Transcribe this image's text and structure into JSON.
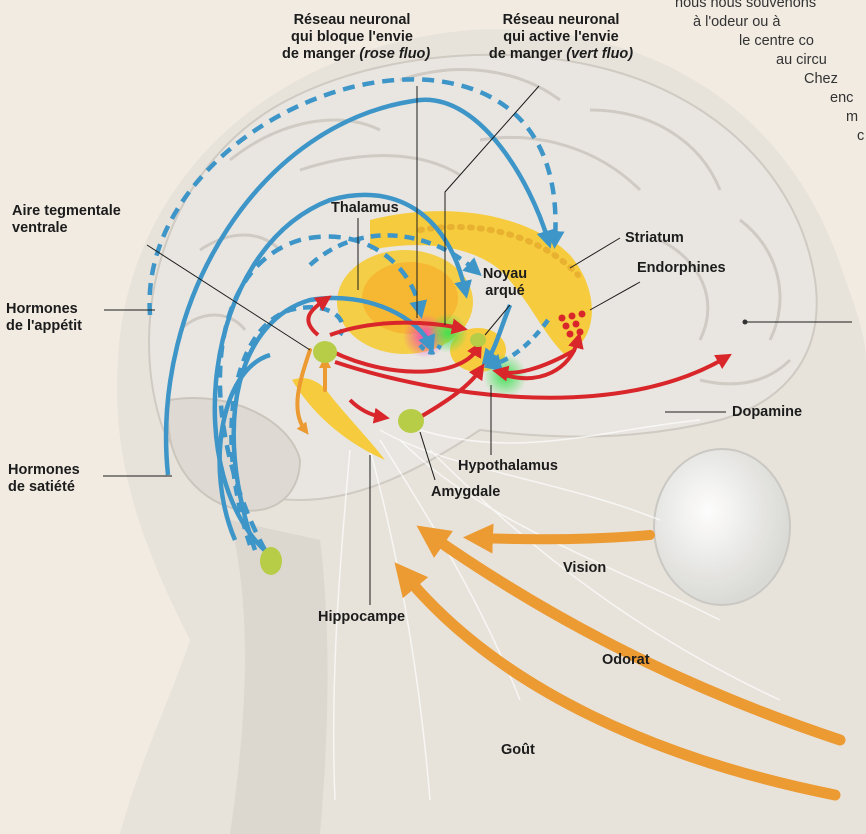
{
  "colors": {
    "background": "#f1ebe2",
    "blue_pathway": "#3d95c8",
    "red_pathway": "#d8262b",
    "orange_sense": "#ec9a32",
    "yellow_region": "#f7c92c",
    "green_node": "#b7cd47",
    "fluo_pink": "#ee3fbd",
    "fluo_green": "#39e050",
    "label_text": "#1c1c1c"
  },
  "labels": {
    "reseau_bloque": {
      "line1": "Réseau neuronal",
      "line2": "qui bloque l'envie",
      "line3_plain": "de manger ",
      "line3_italic": "(rose fluo)"
    },
    "reseau_active": {
      "line1": "Réseau neuronal",
      "line2": "qui active l'envie",
      "line3_plain": "de manger ",
      "line3_italic": "(vert fluo)"
    },
    "aire_tegmentale": {
      "line1": "Aire tegmentale",
      "line2": "ventrale"
    },
    "thalamus": "Thalamus",
    "striatum": "Striatum",
    "endorphines": "Endorphines",
    "noyau_arque": {
      "line1": "Noyau",
      "line2": "arqué"
    },
    "hormones_appetit": {
      "line1": "Hormones",
      "line2": "de l'appétit"
    },
    "dopamine": "Dopamine",
    "hypothalamus": "Hypothalamus",
    "amygdale": "Amygdale",
    "hormones_satiete": {
      "line1": "Hormones",
      "line2": "de satiété"
    },
    "vision": "Vision",
    "hippocampe": "Hippocampe",
    "odorat": "Odorat",
    "gout": "Goût"
  },
  "cut_text": [
    "nous nous souvenons",
    "à l'odeur ou à",
    "le centre co",
    "au circu",
    "Chez",
    "enc",
    "m",
    "c"
  ]
}
